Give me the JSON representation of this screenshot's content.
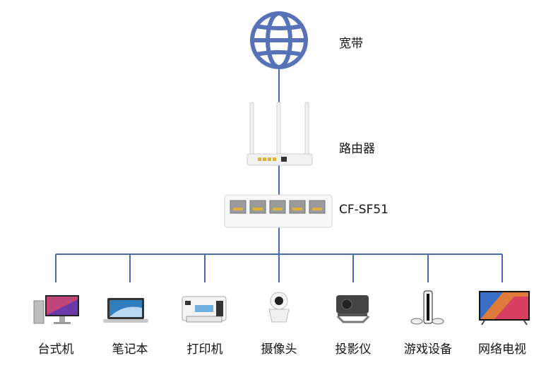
{
  "nodes": {
    "internet": {
      "label": "宽带",
      "icon": "globe-icon"
    },
    "router": {
      "label": "路由器",
      "icon": "router-icon"
    },
    "switch": {
      "label": "CF-SF51",
      "icon": "switch-icon"
    }
  },
  "devices": [
    {
      "label": "台式机",
      "icon": "desktop-icon"
    },
    {
      "label": "笔记本",
      "icon": "laptop-icon"
    },
    {
      "label": "打印机",
      "icon": "printer-icon"
    },
    {
      "label": "摄像头",
      "icon": "camera-icon"
    },
    {
      "label": "投影仪",
      "icon": "projector-icon"
    },
    {
      "label": "游戏设备",
      "icon": "game-console-icon"
    },
    {
      "label": "网络电视",
      "icon": "tv-icon"
    }
  ],
  "colors": {
    "line": "#4a68ad",
    "globe": "#5872b8"
  }
}
